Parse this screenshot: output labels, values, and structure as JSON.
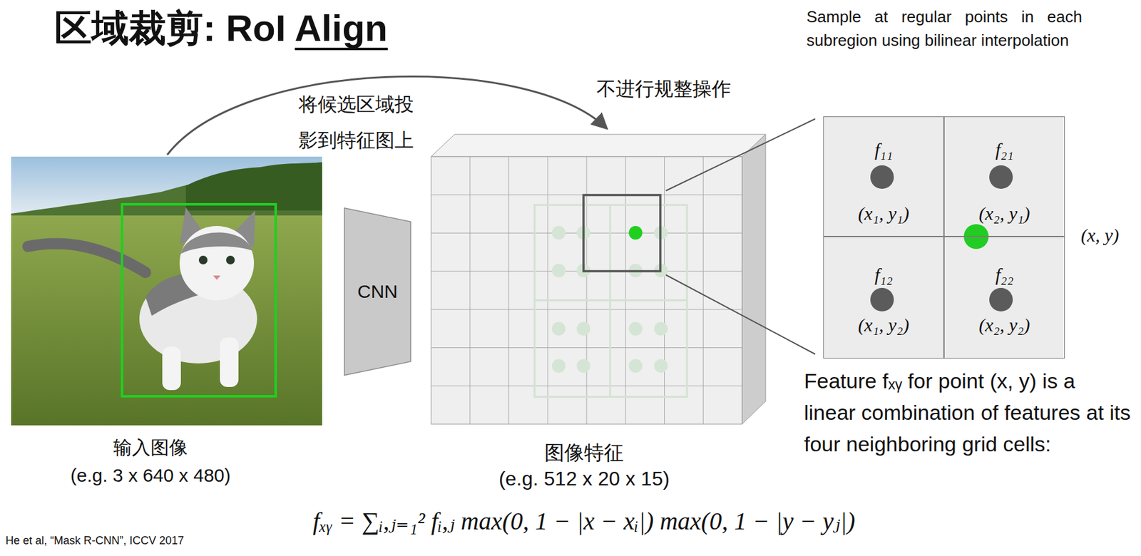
{
  "diagram": {
    "title": "区域裁剪: RoI Align",
    "nodes": [
      {
        "text": [
          "CNN"
        ]
      },
      {
        "text": [
          "f₁₁",
          "(x₁, y₁)"
        ]
      },
      {
        "text": [
          "f₂₁",
          "(x₂, y₁)"
        ]
      },
      {
        "text": [
          "f₁₂",
          "(x₁, y₂)"
        ]
      },
      {
        "text": [
          "f₂₂",
          "(x₂, y₂)"
        ]
      }
    ],
    "labels": [
      "Sample at regular points in each subregion using bilinear interpolation",
      "将候选区域投",
      "影到特征图上",
      "不进行规整操作",
      "(x, y)",
      "输入图像",
      "(e.g. 3 x 640 x 480)",
      "图像特征",
      "(e.g. 512 x 20 x 15)",
      "Feature fₓᵧ for point (x, y) is a linear combination of features at its four neighboring grid cells:",
      "fₓᵧ = ∑ᵢ,ⱼ₌₁² fᵢ,ⱼ max(0, 1 − |x − xᵢ|) max(0, 1 − |y − yⱼ|)",
      "He et al, “Mask R-CNN”, ICCV 2017"
    ]
  }
}
